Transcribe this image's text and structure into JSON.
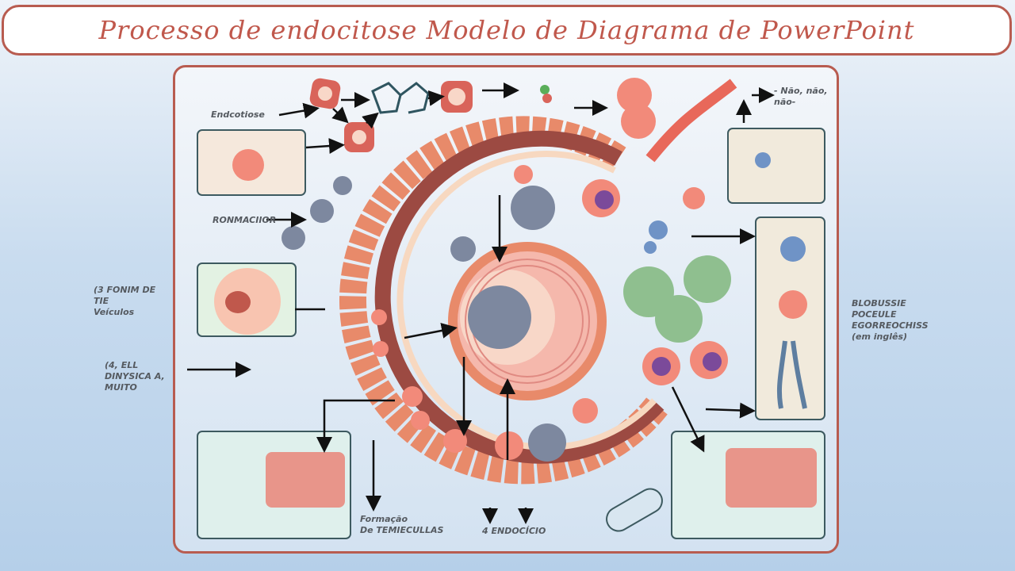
{
  "title": "Processo de endocitose Modelo de Diagrama de PowerPoint",
  "labels": {
    "endocitose": "Endcotiose",
    "ronmacior": "RONMACIIOR",
    "left_1": "(3 FONIM DE\nTIE\nVeículos",
    "left_2": "(4, ELL\nDINYSICA A,\nMUITO",
    "formacao": "Formação\nDe TEMIECULLAS",
    "endocicio": "4 ENDOCÍCIO",
    "nao": "- Não, não,\nnão-",
    "right": "BLOBUSSIE\nPOCEULE\nEGORREOCHISS\n(em inglês)"
  },
  "colors": {
    "accent": "#b85c50",
    "membrane": "#e88a6a",
    "nucleus": "#f2a9a0",
    "spiky": "#7d889f",
    "green": "#8fbf8f"
  }
}
